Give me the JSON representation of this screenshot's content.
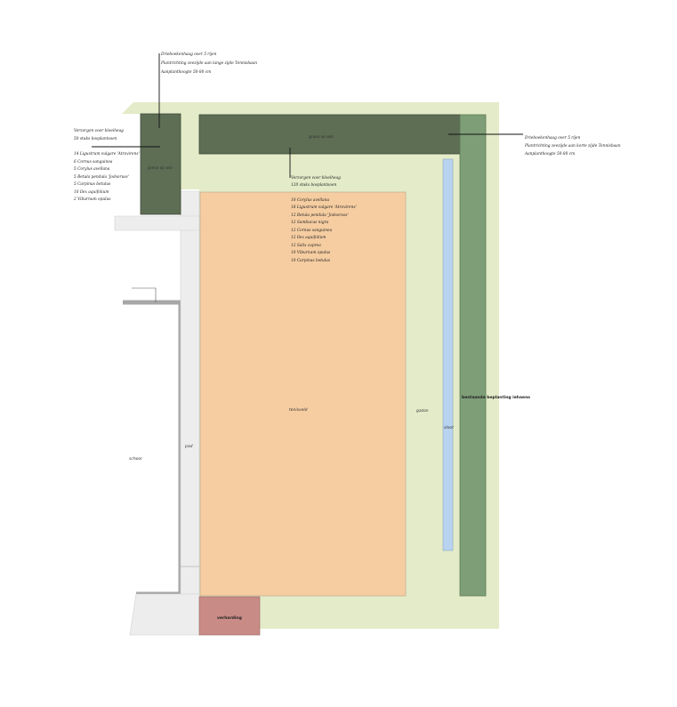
{
  "colors": {
    "lawn": "#e3ebc8",
    "tennis": "#f5cda1",
    "hedge_dark": "#5e6e55",
    "hedge_existing": "#7e9e77",
    "ditch": "#b7d3ef",
    "path": "#ededed",
    "parking": "#c98b86",
    "wall": "#a6a6a6"
  },
  "labels": {
    "existing_hedge": "bestaande beplanting iehaens",
    "ditch": "sloot",
    "lawn": "gazon",
    "tennis": "tenisveld",
    "path": "pad",
    "school": "schoor",
    "parking": "verharding",
    "gravel_top": "grava op wal",
    "gravel_left": "grava op wal"
  },
  "notes": {
    "top_center": [
      "Drieboekenhaag over 5 rijen",
      "Plantrichting zeezijde aan lange zijde Tennisbaan",
      "Aanplanthoogte 50-80 cm"
    ],
    "right": [
      "Drieboekenhaag over 5 rijen",
      "Plantrichting zeezijde aan korte zijde Tennisbaan",
      "Aanplanthoogte 50-80 cm"
    ],
    "left_header": [
      "Verzorgen voor bloeiheag",
      "50 stuks bosplantsoen"
    ],
    "left_list": [
      "14 Ligustrum vulgare 'Atrovirens'",
      "6 Cornus sanguinea",
      "5 Corylus avellana",
      "5 Betula pendula 'Jodsoruss'",
      "5 Carpinus betulus",
      "10 Ilex aquifolium",
      "2 Viburnum opulus"
    ],
    "center_header": [
      "Verzorgen voor bloeiheag",
      "120 stuks bosplantsoen"
    ],
    "center_list": [
      "10 Corylus avellana",
      "18 Ligustrum vulgare 'Atrovirens'",
      "12 Betula pendula 'Jodsoruss'",
      "12 Sambucus nigra",
      "12 Cornus sanguinea",
      "12 Ilex aquifolium",
      "12 Salix caprea",
      "10 Viburnum opulus",
      "10 Carpinus betulus"
    ]
  }
}
